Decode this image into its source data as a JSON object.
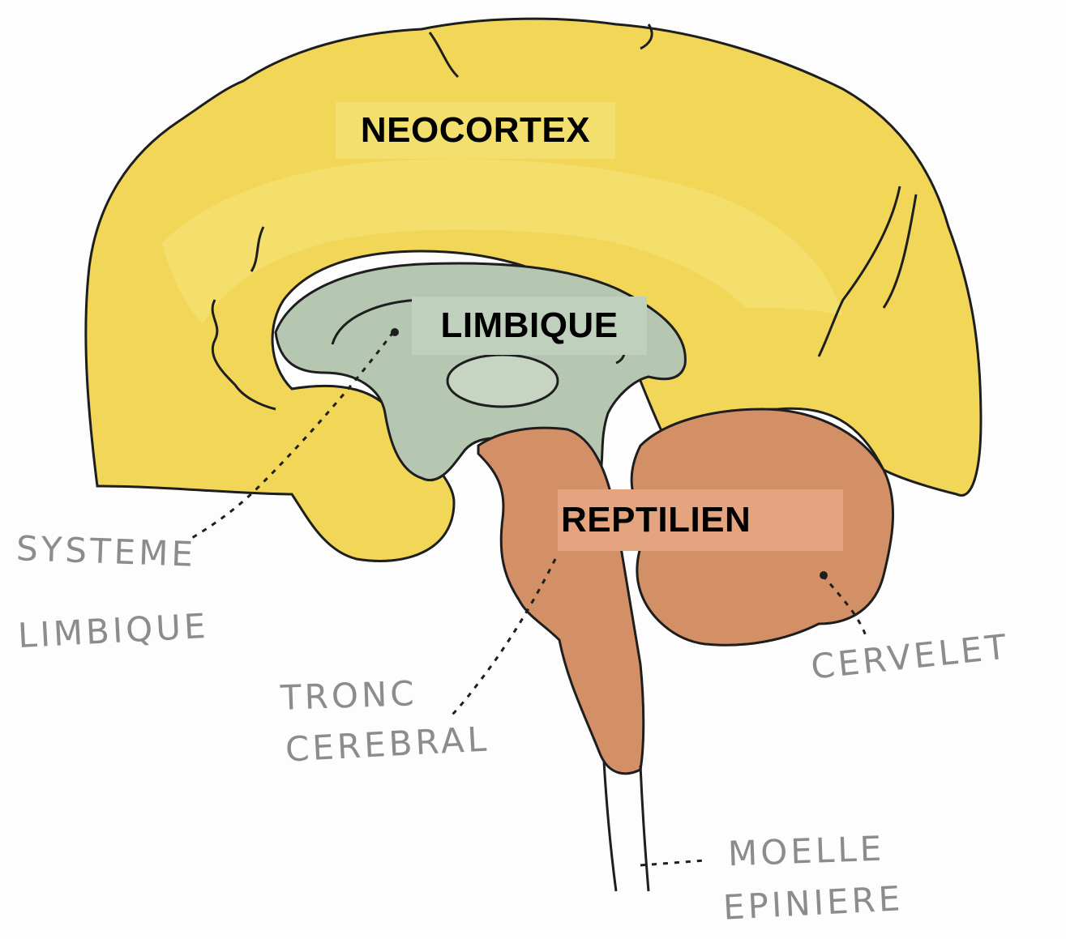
{
  "regions": {
    "neocortex": "NEOCORTEX",
    "limbique": "LIMBIQUE",
    "reptilien": "REPTILIEN"
  },
  "annotations": {
    "systeme_limbique": [
      "SYSTEME",
      "LIMBIQUE"
    ],
    "tronc_cerebral": [
      "TRONC",
      "CEREBRAL"
    ],
    "cervelet": "CERVELET",
    "moelle_epiniere": [
      "MOELLE",
      "EPINIERE"
    ]
  },
  "colors": {
    "neocortex": "#f0d34a",
    "limbique": "#b5c6b1",
    "reptilien": "#d38f66",
    "outline": "#1e1e1e",
    "handwriting": "#8c8c8c"
  }
}
